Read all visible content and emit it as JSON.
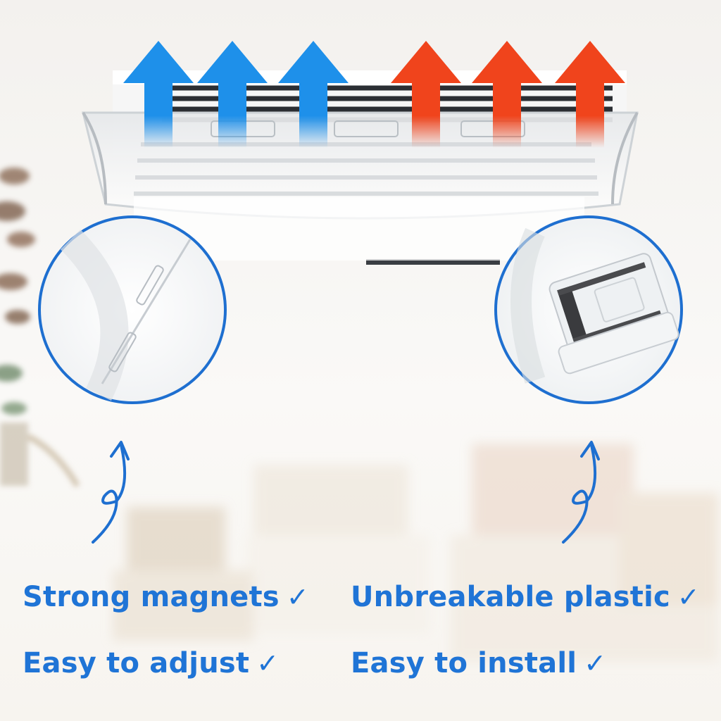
{
  "features": [
    {
      "label": "Strong magnets",
      "check": "✓"
    },
    {
      "label": "Unbreakable plastic",
      "check": "✓"
    },
    {
      "label": "Easy to adjust",
      "check": "✓"
    },
    {
      "label": "Easy to install",
      "check": "✓"
    }
  ],
  "colors": {
    "cool_air": "#1e90ea",
    "warm_air": "#f0441c",
    "text_blue": "#1f74d6",
    "circle_outline": "#1e6fd0"
  },
  "icons": {
    "cool_arrow": "up-arrow-icon",
    "warm_arrow": "up-arrow-icon",
    "swirl_arrow": "swirl-arrow-icon"
  }
}
